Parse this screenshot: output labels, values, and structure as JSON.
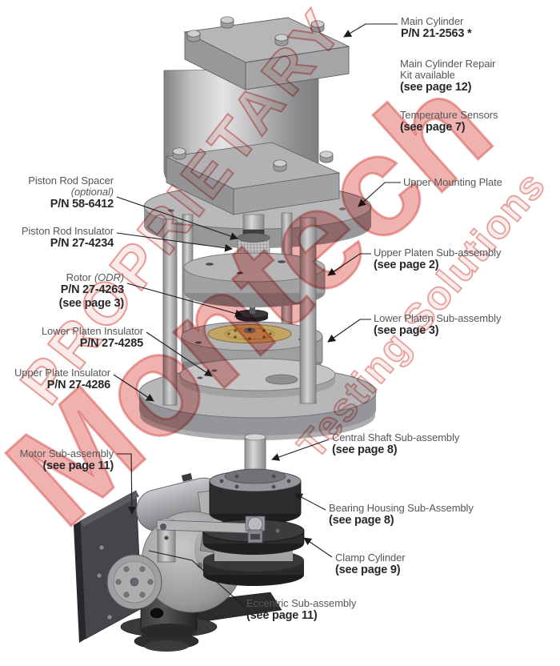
{
  "watermark": {
    "proprietary": "PROPRIETARY",
    "brand": "Montech",
    "tagline": "Testing Solutions",
    "red": "#e2524c"
  },
  "callouts": {
    "main_cylinder": {
      "line1": "Main Cylinder",
      "line2": "P/N 21-2563 *"
    },
    "repair_kit": {
      "line1": "Main Cylinder Repair",
      "line2": "Kit available",
      "line3": "(see page 12)"
    },
    "temperature_sensors": {
      "line1": "Temperature Sensors",
      "line2": "(see page 7)"
    },
    "upper_mounting_plate": {
      "line1": "Upper Mounting Plate"
    },
    "upper_platen": {
      "line1": "Upper Platen Sub-assembly",
      "line2": "(see page 2)"
    },
    "lower_platen": {
      "line1": "Lower Platen Sub-assembly",
      "line2": "(see page 3)"
    },
    "central_shaft": {
      "line1": "Central Shaft Sub-assembly",
      "line2": "(see page 8)"
    },
    "bearing_housing": {
      "line1": "Bearing Housing Sub-Assembly",
      "line2": "(see page 8)"
    },
    "clamp_cylinder": {
      "line1": "Clamp Cylinder",
      "line2": "(see page 9)"
    },
    "piston_rod_spacer": {
      "line1": "Piston Rod Spacer",
      "line2": "(optional)",
      "line3": "P/N 58-6412"
    },
    "piston_rod_insulator": {
      "line1": "Piston Rod Insulator",
      "line2": "P/N 27-4234"
    },
    "rotor": {
      "line1a": "Rotor",
      "line1b": "(ODR)",
      "line2": "P/N 27-4263",
      "line3": "(see page 3)"
    },
    "lower_platen_insulator": {
      "line1": "Lower Platen Insulator",
      "line2": "P/N 27-4285"
    },
    "upper_plate_insulator": {
      "line1": "Upper Plate Insulator",
      "line2": "P/N 27-4286"
    },
    "motor": {
      "line1": "Motor Sub-assembly",
      "line2": "(see page 11)"
    },
    "eccentric": {
      "line1": "Eccentric Sub-assembly",
      "line2": "(see page 11)"
    }
  },
  "colors": {
    "watermark_red": "#e2524c",
    "label_text": "#56565a",
    "label_bold": "#28282b",
    "leader_line": "#1c1c1e",
    "metal_light": "#c6c6c8",
    "metal_mid": "#a0a0a3",
    "metal_dark": "#2c2c2e",
    "brass": "#c3a462"
  }
}
